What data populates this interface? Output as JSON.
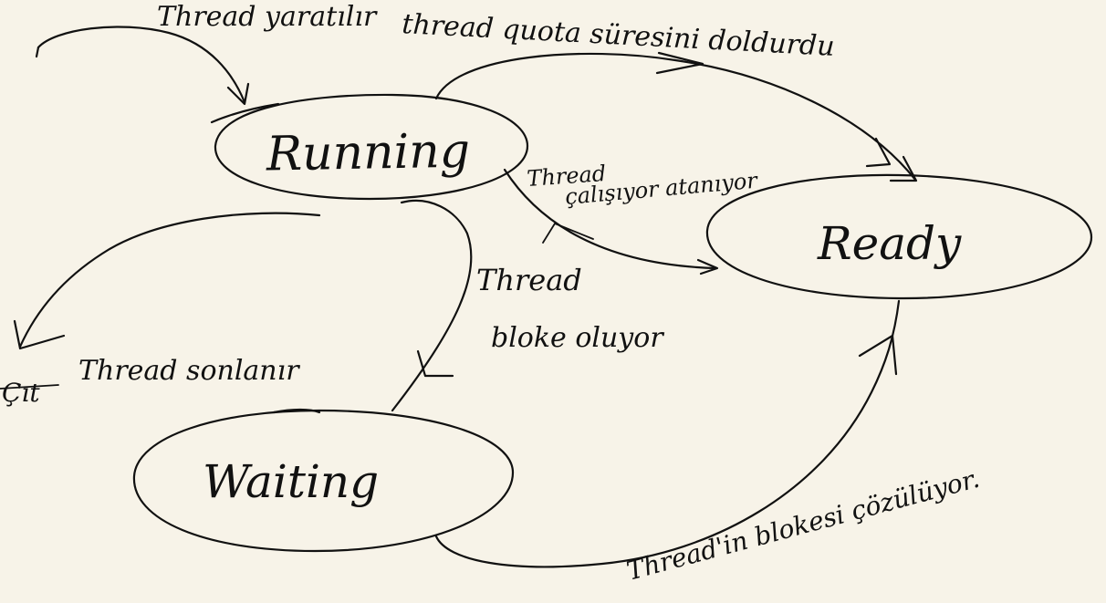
{
  "nodes": {
    "running": "Running",
    "ready": "Ready",
    "waiting": "Waiting"
  },
  "transitions": {
    "created": "Thread yaratılır",
    "quota": "thread quota süresini doldurdu",
    "scheduled_line1": "Thread",
    "scheduled_line2": "çalışıyor atanıyor",
    "blocked_line1": "Thread",
    "blocked_line2": "bloke oluyor",
    "exit_mark": "Çıt",
    "terminated": "Thread sonlanır",
    "unblocked": "Thread'in blokesi çözülüyor."
  }
}
